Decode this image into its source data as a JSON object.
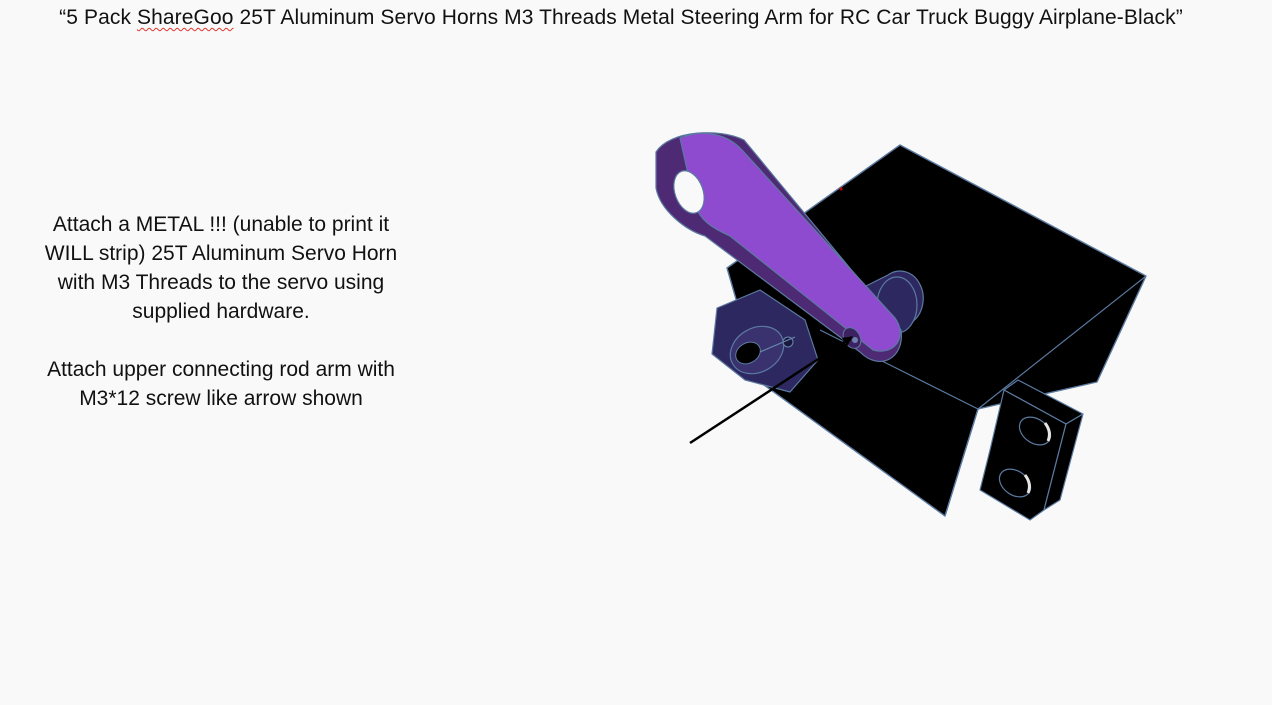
{
  "title": {
    "open_quote": "“",
    "prefix": "5 Pack ",
    "brand": "ShareGoo",
    "rest": " 25T Aluminum Servo Horns M3 Threads Metal Steering Arm for RC Car Truck Buggy Airplane-Black",
    "close_quote": "”"
  },
  "instructions": {
    "paragraph_1": "Attach a METAL !!! (unable to print it WILL strip) 25T Aluminum Servo Horn with M3 Threads to the servo using supplied hardware.",
    "paragraph_2": "Attach upper connecting rod arm with M3*12 screw like arrow shown"
  },
  "illustration": {
    "servo_body_color": "#000000",
    "edge_color": "#5b7aa0",
    "arm_top_color": "#8e4bd0",
    "arm_side_color": "#4e2a74",
    "hub_color": "#2e2860",
    "arrow_color": "#000000"
  }
}
